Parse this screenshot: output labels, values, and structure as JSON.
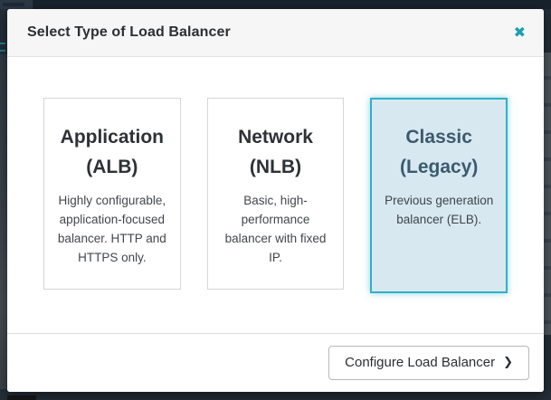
{
  "modal": {
    "title": "Select Type of Load Balancer",
    "close_icon": "✖",
    "cards": [
      {
        "title": "Application (ALB)",
        "description": "Highly configurable, application-focused balancer. HTTP and HTTPS only.",
        "selected": false
      },
      {
        "title": "Network (NLB)",
        "description": "Basic, high-performance balancer with fixed IP.",
        "selected": false
      },
      {
        "title": "Classic (Legacy)",
        "description": "Previous generation balancer (ELB).",
        "selected": true
      }
    ],
    "footer": {
      "configure_button_label": "Configure Load Balancer",
      "configure_button_chevron": "❯"
    },
    "colors": {
      "accent_teal": "#189db6",
      "selected_card_bg": "#d7e8f0",
      "selected_card_border": "#2fb0c9",
      "selected_title_text": "#3c5a6f",
      "page_background": "#242e38"
    }
  }
}
